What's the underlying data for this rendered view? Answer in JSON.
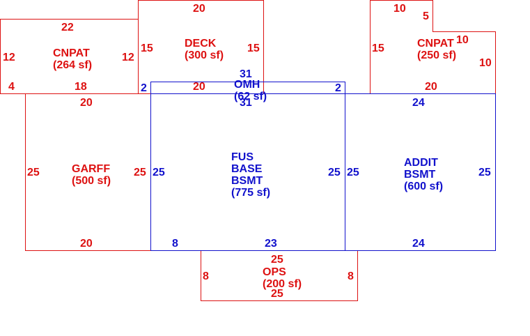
{
  "colors": {
    "red": "#dd1111",
    "blue": "#1111cc",
    "background": "#ffffff"
  },
  "areas": {
    "cnpat_left": {
      "name": "CNPAT",
      "area": "(264 sf)",
      "dims": [
        "22",
        "12",
        "12",
        "4",
        "18"
      ]
    },
    "deck": {
      "name": "DECK",
      "area": "(300 sf)",
      "dims": [
        "20",
        "15",
        "15",
        "20"
      ]
    },
    "cnpat_right": {
      "name": "CNPAT",
      "area": "(250 sf)",
      "dims": [
        "10",
        "5",
        "10",
        "15",
        "10",
        "20"
      ]
    },
    "omh": {
      "name": "OMH",
      "area": "(62 sf)",
      "dims": [
        "31",
        "31",
        "2",
        "2"
      ]
    },
    "garff": {
      "name": "GARFF",
      "area": "(500 sf)",
      "dims": [
        "20",
        "25",
        "25",
        "20"
      ]
    },
    "fus_base": {
      "name_lines": [
        "FUS",
        "BASE",
        "BSMT"
      ],
      "area": "(775 sf)",
      "dims": [
        "25",
        "25",
        "8",
        "23"
      ]
    },
    "addit": {
      "name_lines": [
        "ADDIT",
        "BSMT"
      ],
      "area": "(600 sf)",
      "dims": [
        "24",
        "25",
        "25",
        "24"
      ]
    },
    "ops": {
      "name": "OPS",
      "area": "(200 sf)",
      "dims": [
        "25",
        "8",
        "8",
        "25"
      ]
    }
  }
}
